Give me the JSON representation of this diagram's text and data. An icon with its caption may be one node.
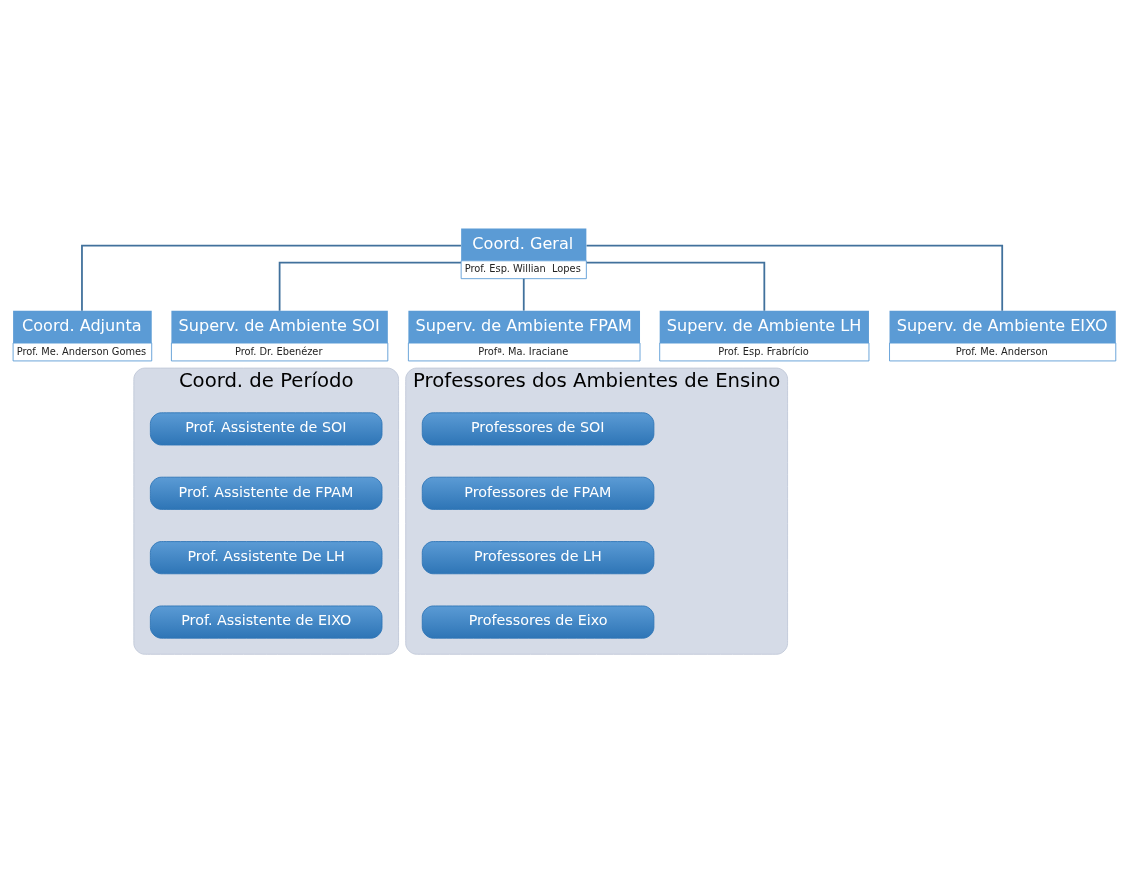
{
  "diagram": {
    "nodes": [
      {
        "text": [
          "Coord. Geral",
          "Prof. Esp. Willian  Lopes"
        ]
      },
      {
        "text": [
          "Coord. Adjunta",
          "Prof. Me. Anderson Gomes"
        ]
      },
      {
        "text": [
          "Superv. de Ambiente SOI",
          "Prof. Dr. Ebenézer"
        ]
      },
      {
        "text": [
          "Superv. de Ambiente FPAM",
          "Profª. Ma. Iraciane"
        ]
      },
      {
        "text": [
          "Superv. de Ambiente LH",
          "Prof. Esp. Frabrício"
        ]
      },
      {
        "text": [
          "Superv. de Ambiente EIXO",
          "Prof. Me. Anderson"
        ]
      },
      {
        "text": [
          "Coord. de Período"
        ]
      },
      {
        "text": [
          "Prof. Assistente de SOI"
        ],
        "in": 6
      },
      {
        "text": [
          "Prof. Assistente de FPAM"
        ],
        "in": 6
      },
      {
        "text": [
          "Prof. Assistente De LH"
        ],
        "in": 6
      },
      {
        "text": [
          "Prof. Assistente de EIXO"
        ],
        "in": 6
      },
      {
        "text": [
          "Professores dos Ambientes de Ensino"
        ]
      },
      {
        "text": [
          "Professores de SOI"
        ],
        "in": 11
      },
      {
        "text": [
          "Professores de FPAM"
        ],
        "in": 11
      },
      {
        "text": [
          "Professores de LH"
        ],
        "in": 11
      },
      {
        "text": [
          "Professores de Eixo"
        ],
        "in": 11
      }
    ],
    "edges": [
      {
        "from": 0,
        "to": 1,
        "arrow": "none"
      },
      {
        "from": 0,
        "to": 2,
        "arrow": "none"
      },
      {
        "from": 0,
        "to": 3,
        "arrow": "none"
      },
      {
        "from": 0,
        "to": 4,
        "arrow": "none"
      },
      {
        "from": 0,
        "to": 5,
        "arrow": "none"
      }
    ]
  }
}
